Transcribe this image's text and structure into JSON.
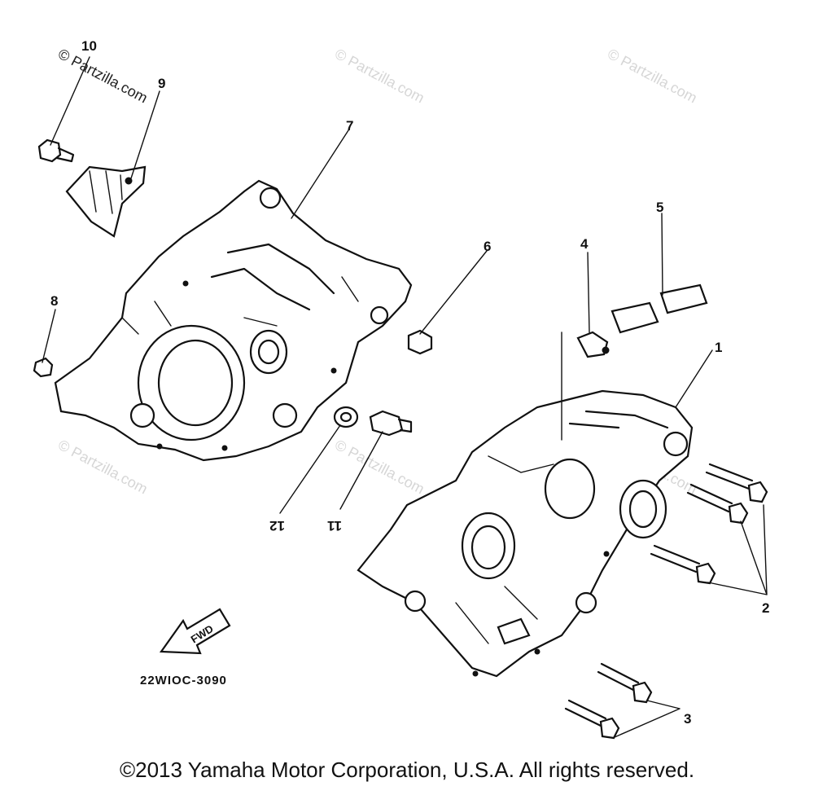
{
  "callouts": {
    "c1": "1",
    "c2": "2",
    "c3": "3",
    "c4": "4",
    "c5": "5",
    "c6": "6",
    "c7": "7",
    "c8": "8",
    "c9": "9",
    "c10": "10",
    "c11": "11",
    "c12": "12"
  },
  "watermarks": [
    "© Partzilla.com",
    "© Partzilla.com",
    "© Partzilla.com",
    "© Partzilla.com",
    "© Partzilla.com",
    "© Partzilla.com"
  ],
  "fwd_label": "FWD",
  "diagram_code": "22WIOC-3090",
  "copyright": "©2013 Yamaha Motor Corporation, U.S.A. All rights reserved.",
  "colors": {
    "line": "#111111",
    "background": "#ffffff",
    "watermark": "#d6d6d6"
  }
}
